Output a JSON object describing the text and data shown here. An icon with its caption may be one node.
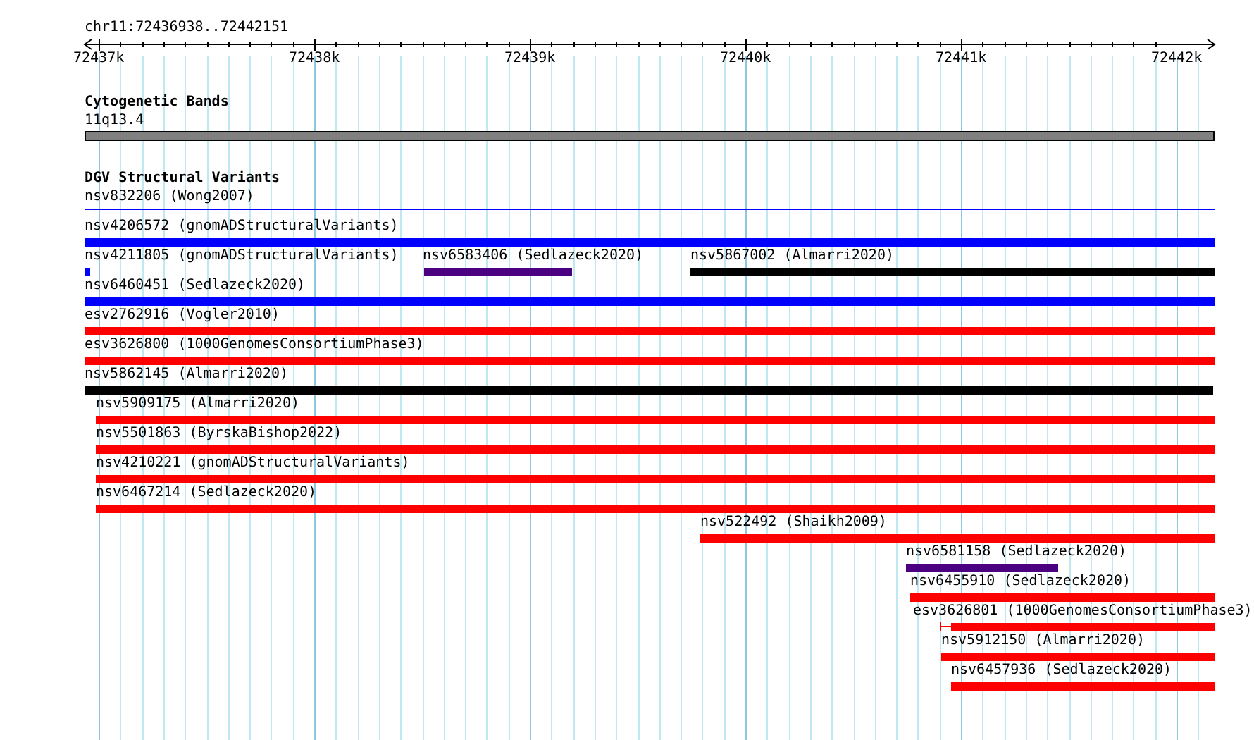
{
  "diagram": {
    "nodes": [
      {
        "text": [
          "11q13.4"
        ]
      },
      {
        "text": [
          "nsv832206 (Wong2007)"
        ]
      },
      {
        "text": [
          "nsv4206572 (gnomADStructuralVariants)"
        ]
      },
      {
        "text": [
          "nsv4211805 (gnomADStructuralVariants)"
        ]
      },
      {
        "text": [
          "nsv6583406 (Sedlazeck2020)"
        ]
      },
      {
        "text": [
          "nsv5867002 (Almarri2020)"
        ]
      },
      {
        "text": [
          "nsv6460451 (Sedlazeck2020)"
        ]
      },
      {
        "text": [
          "esv2762916 (Vogler2010)"
        ]
      },
      {
        "text": [
          "esv3626800 (1000GenomesConsortiumPhase3)"
        ]
      },
      {
        "text": [
          "nsv5862145 (Almarri2020)"
        ]
      },
      {
        "text": [
          "nsv5909175 (Almarri2020)"
        ]
      },
      {
        "text": [
          "nsv5501863 (ByrskaBishop2022)"
        ]
      },
      {
        "text": [
          "nsv4210221 (gnomADStructuralVariants)"
        ]
      },
      {
        "text": [
          "nsv6467214 (Sedlazeck2020)"
        ]
      },
      {
        "text": [
          "nsv522492 (Shaikh2009)"
        ]
      },
      {
        "text": [
          "nsv6581158 (Sedlazeck2020)"
        ]
      },
      {
        "text": [
          "nsv6455910 (Sedlazeck2020)"
        ]
      },
      {
        "text": [
          "esv3626801 (1000GenomesConsortiumPhase3)"
        ]
      },
      {
        "text": [
          "nsv5912150 (Almarri2020)"
        ]
      },
      {
        "text": [
          "nsv6457936 (Sedlazeck2020)"
        ]
      }
    ],
    "labels": [
      "chr11:72436938..72442151",
      "72437k",
      "72438k",
      "72439k",
      "72440k",
      "72441k",
      "72442k",
      "Cytogenetic Bands",
      "DGV Structural Variants"
    ]
  }
}
